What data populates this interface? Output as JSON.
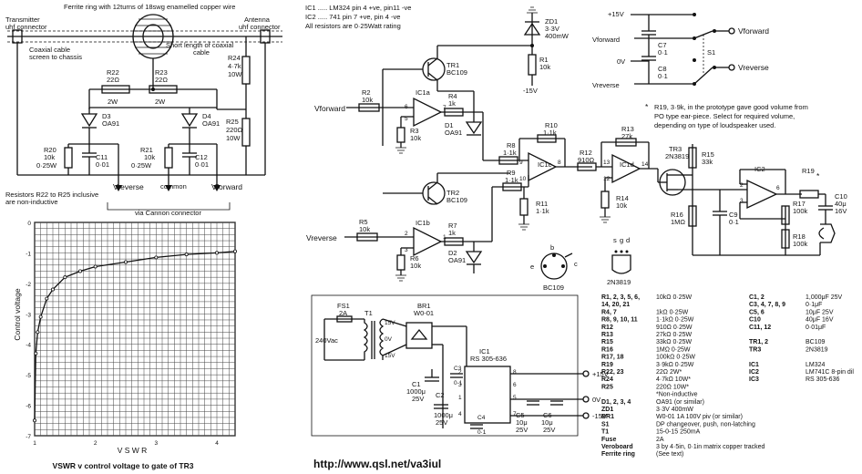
{
  "top_left": {
    "ferrite_note": "Ferrite ring with 12turns of 18swg enamelled copper wire",
    "transmitter": [
      "Transmitter",
      "uhf connector"
    ],
    "antenna": [
      "Antenna",
      "uhf connector"
    ],
    "coax_screen": [
      "Coaxial cable",
      "screen to chassis"
    ],
    "short_coax": [
      "Short length of coaxial",
      "cable"
    ],
    "r22": [
      "R22",
      "22Ω"
    ],
    "r23": [
      "R23",
      "22Ω"
    ],
    "r24": [
      "R24",
      "4·7k",
      "10W"
    ],
    "r25": [
      "R25",
      "220Ω",
      "10W"
    ],
    "w2a": "2W",
    "w2b": "2W",
    "d3": [
      "D3",
      "OA91"
    ],
    "d4": [
      "D4",
      "OA91"
    ],
    "r20": [
      "R20",
      "10k",
      "0·25W"
    ],
    "c11": [
      "C11",
      "0·01"
    ],
    "r21": [
      "R21",
      "10k",
      "0·25W"
    ],
    "c12": [
      "C12",
      "0·01"
    ],
    "vreverse": "Vreverse",
    "common": "common",
    "vforward": "Vforward",
    "resistors_note": [
      "Resistors R22 to R25 inclusive",
      "are non-inductive"
    ],
    "cannon": "via Cannon connector"
  },
  "chart_data": {
    "type": "line",
    "title": "VSWR v control voltage to gate of TR3",
    "xlabel": "V S W R",
    "ylabel": "Control voltage",
    "x_ticks": [
      "1",
      "2",
      "3",
      "4"
    ],
    "y_ticks": [
      "-7",
      "-6",
      "-5",
      "-4",
      "-3",
      "-2",
      "-1",
      "0"
    ],
    "xlim": [
      1,
      4.3
    ],
    "ylim": [
      -7,
      0
    ],
    "x": [
      1.0,
      1.02,
      1.05,
      1.1,
      1.2,
      1.3,
      1.5,
      1.75,
      2.0,
      2.5,
      3.0,
      3.5,
      4.0,
      4.3
    ],
    "y": [
      -6.5,
      -4.3,
      -3.6,
      -3.1,
      -2.5,
      -2.2,
      -1.8,
      -1.6,
      -1.45,
      -1.3,
      -1.15,
      -1.05,
      -1.0,
      -0.95
    ]
  },
  "mid": {
    "ic_note": [
      "IC1 ..... LM324  pin 4  +ve,   pin11  -ve",
      "IC2 ..... 741  pin 7  +ve,  pin 4  -ve",
      "All resistors are 0·25Watt rating"
    ],
    "zd1": [
      "ZD1",
      "3·3V",
      "400mW"
    ],
    "r1": [
      "R1",
      "10k"
    ],
    "minus15": "-15V",
    "tr1": [
      "TR1",
      "BC109"
    ],
    "tr2": [
      "TR2",
      "BC109"
    ],
    "vfwd_in": "Vforward",
    "vrev_in": "Vreverse",
    "r2": [
      "R2",
      "10k"
    ],
    "r3": [
      "R3",
      "10k"
    ],
    "r4": [
      "R4",
      "1k"
    ],
    "r5": [
      "R5",
      "10k"
    ],
    "r6": [
      "R6",
      "10k"
    ],
    "r7": [
      "R7",
      "1k"
    ],
    "d1": [
      "D1",
      "OA91"
    ],
    "d2": [
      "D2",
      "OA91"
    ],
    "ic1a": "IC1a",
    "ic1b": "IC1b",
    "ic1c": "IC1c",
    "ic1d": "IC1d",
    "r8": [
      "R8",
      "1·1k"
    ],
    "r9": [
      "R9",
      "1·1k"
    ],
    "r10": [
      "R10",
      "1·1k"
    ],
    "r11": [
      "R11",
      "1·1k"
    ],
    "r12": [
      "R12",
      "910Ω"
    ],
    "r13": [
      "R13",
      "27k"
    ],
    "r14": [
      "R14",
      "10k"
    ],
    "bc109": "BC109",
    "pins_bce": [
      "b",
      "c",
      "e"
    ],
    "pins_sgd": [
      "s",
      "g",
      "d"
    ],
    "n3819": "2N3819",
    "pin_nums": [
      "6",
      "5",
      "7",
      "2",
      "3",
      "1",
      "9",
      "10",
      "8",
      "13",
      "12",
      "14"
    ]
  },
  "right": {
    "p15": "+15V",
    "zero": "0V",
    "vfwd": "Vforward",
    "vrev": "Vreverse",
    "c7": [
      "C7",
      "0·1"
    ],
    "c8": [
      "C8",
      "0·1"
    ],
    "s1": "S1",
    "vfwd_out": "Vforward",
    "vrev_out": "Vreverse",
    "r19_note": [
      "R19, 3·9k, in the prototype gave good volume from",
      "PO type ear-piece.  Select for required volume,",
      "depending on type of loudspeaker used."
    ],
    "tr3": [
      "TR3",
      "2N3819"
    ],
    "r15": [
      "R15",
      "33k"
    ],
    "r16": [
      "R16",
      "1MΩ"
    ],
    "c9": [
      "C9",
      "0·1"
    ],
    "ic2": "IC2",
    "r17": [
      "R17",
      "100k"
    ],
    "r18": [
      "R18",
      "100k"
    ],
    "r19": "R19",
    "c10": [
      "C10",
      "40μ",
      "16V"
    ],
    "star": "*",
    "pins2": [
      "2",
      "3",
      "6"
    ]
  },
  "psu": {
    "fs1": [
      "FS1",
      "2A"
    ],
    "t1": "T1",
    "mains": "240Vac",
    "sec": [
      "15V",
      "0V",
      "15V"
    ],
    "br1": [
      "BR1",
      "W0-01"
    ],
    "ic1": [
      "IC1",
      "RS 305-636"
    ],
    "c1": [
      "C1",
      "1000μ",
      "25V"
    ],
    "c2": [
      "C2",
      "1000μ",
      "25V"
    ],
    "c3": [
      "C3",
      "0·1"
    ],
    "c4": [
      "C4",
      "0·1"
    ],
    "c5": [
      "C5",
      "10μ",
      "25V"
    ],
    "c6": [
      "C6",
      "10μ",
      "25V"
    ],
    "out_p": "+15V",
    "out_0": "0V",
    "out_n": "-15V",
    "pins": [
      "2",
      "3",
      "8",
      "1",
      "4",
      "5",
      "6",
      "7"
    ]
  },
  "parts": {
    "col1": [
      [
        "R1, 2, 3, 5, 6,",
        "10kΩ 0·25W"
      ],
      [
        "14, 20, 21",
        ""
      ],
      [
        "R4, 7",
        "1kΩ 0·25W"
      ],
      [
        "R8, 9, 10, 11",
        "1·1kΩ 0·25W"
      ],
      [
        "R12",
        "910Ω 0·25W"
      ],
      [
        "R13",
        "27kΩ 0·25W"
      ],
      [
        "R15",
        "33kΩ 0·25W"
      ],
      [
        "R16",
        "1MΩ 0·25W"
      ],
      [
        "R17, 18",
        "100kΩ 0·25W"
      ],
      [
        "R19",
        "3·9kΩ 0·25W"
      ],
      [
        "R22, 23",
        "22Ω 2W*"
      ],
      [
        "R24",
        "4·7kΩ 10W*"
      ],
      [
        "R25",
        "220Ω 10W*"
      ],
      [
        "",
        "*Non-inductive"
      ],
      [
        "D1, 2, 3, 4",
        "OA91 (or similar)"
      ],
      [
        "ZD1",
        "3·3V 400mW"
      ],
      [
        "BR1",
        "W0-01 1A 100V piv (or similar)"
      ],
      [
        "S1",
        "DP changeover, push, non-latching"
      ],
      [
        "T1",
        "15-0-15 250mA"
      ],
      [
        "Fuse",
        "2A"
      ],
      [
        "Veroboard",
        "3 by 4·5in, 0·1in matrix copper tracked"
      ],
      [
        "Ferrite ring",
        "(See text)"
      ]
    ],
    "col2": [
      [
        "C1, 2",
        "1,000μF 25V"
      ],
      [
        "C3, 4, 7, 8, 9",
        "0·1μF"
      ],
      [
        "C5, 6",
        "10μF 25V"
      ],
      [
        "C10",
        "40μF 16V"
      ],
      [
        "C11, 12",
        "0·01μF"
      ],
      [
        "",
        ""
      ],
      [
        "TR1, 2",
        "BC109"
      ],
      [
        "TR3",
        "2N3819"
      ],
      [
        "",
        ""
      ],
      [
        "IC1",
        "LM324"
      ],
      [
        "IC2",
        "LM741C 8-pin dil"
      ],
      [
        "IC3",
        "RS 305-636"
      ]
    ]
  },
  "url": "http://www.qsl.net/va3iul"
}
